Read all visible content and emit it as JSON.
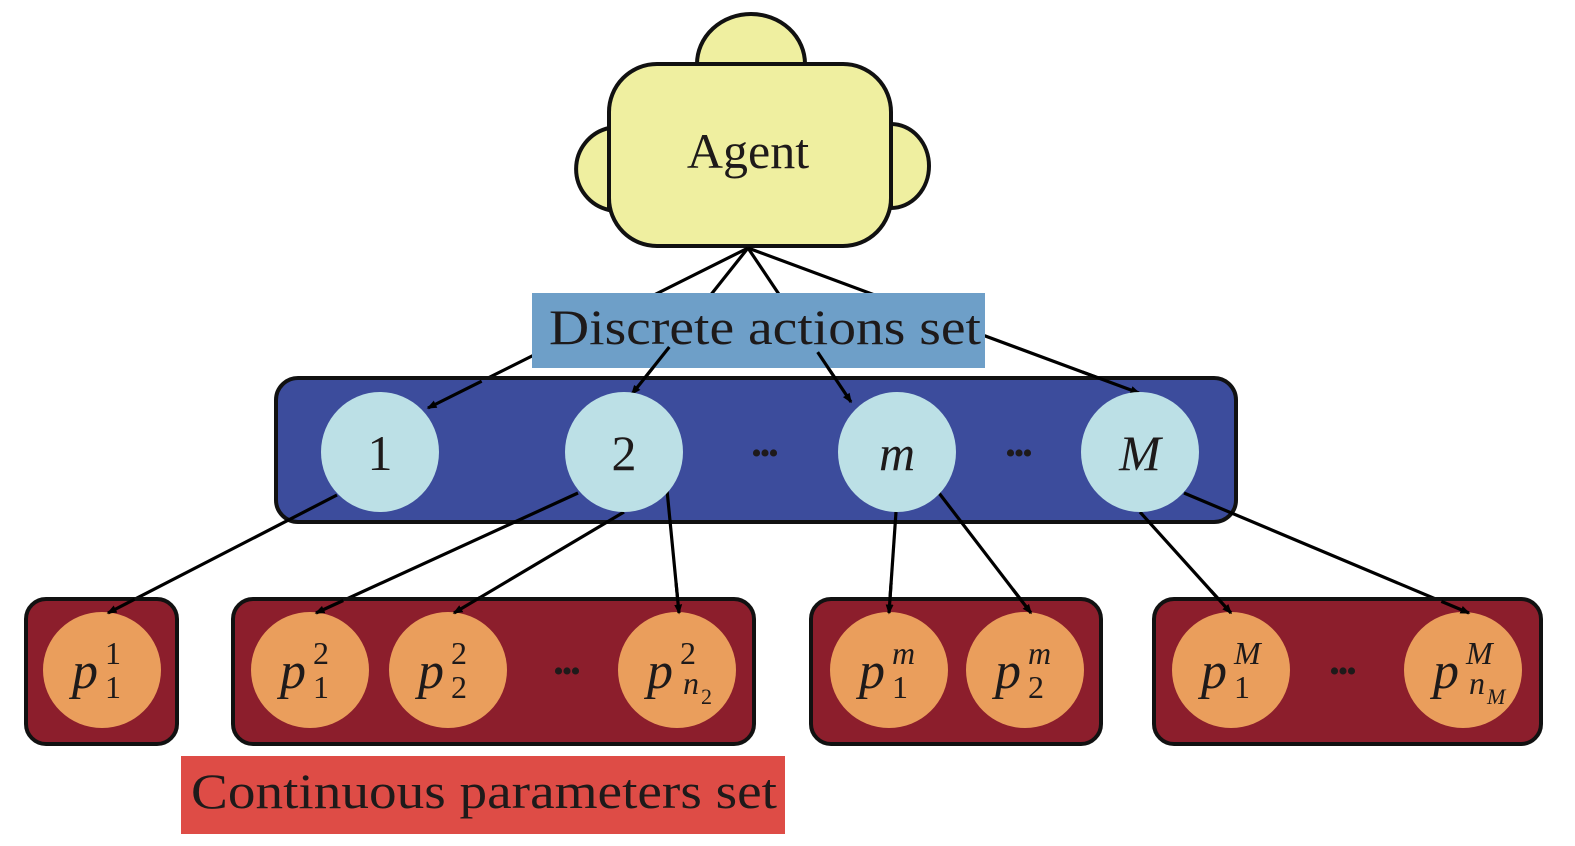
{
  "colors": {
    "agent_fill": "#EFEFA0",
    "discrete_label_fill": "#6E9FC8",
    "action_container_fill": "#3C4C9C",
    "action_node_fill": "#BCE0E6",
    "param_container_fill": "#8C1E2C",
    "param_node_fill": "#EA9E5C",
    "continuous_label_fill": "#DE4C46",
    "text": "#1E1A1A",
    "edge": "#000000"
  },
  "agent": {
    "label": "Agent"
  },
  "discrete_label": "Discrete actions set",
  "continuous_label": "Continuous parameters set",
  "ellipsis": "•••",
  "actions": [
    {
      "id": "1",
      "label": "1",
      "italic": false
    },
    {
      "id": "2",
      "label": "2",
      "italic": false
    },
    {
      "id": "m",
      "label": "m",
      "italic": true
    },
    {
      "id": "M",
      "label": "M",
      "italic": true
    }
  ],
  "param_groups": [
    {
      "action": "1",
      "params": [
        {
          "base": "p",
          "sup": "1",
          "sub": "1"
        }
      ]
    },
    {
      "action": "2",
      "params": [
        {
          "base": "p",
          "sup": "2",
          "sub": "1"
        },
        {
          "base": "p",
          "sup": "2",
          "sub": "2"
        },
        {
          "base": "p",
          "sup": "2",
          "sub": "n",
          "subsub": "2"
        }
      ]
    },
    {
      "action": "m",
      "params": [
        {
          "base": "p",
          "sup": "m",
          "sub": "1"
        },
        {
          "base": "p",
          "sup": "m",
          "sub": "2"
        }
      ]
    },
    {
      "action": "M",
      "params": [
        {
          "base": "p",
          "sup": "M",
          "sub": "1"
        },
        {
          "base": "p",
          "sup": "M",
          "sub": "n",
          "subsub": "M"
        }
      ]
    }
  ]
}
